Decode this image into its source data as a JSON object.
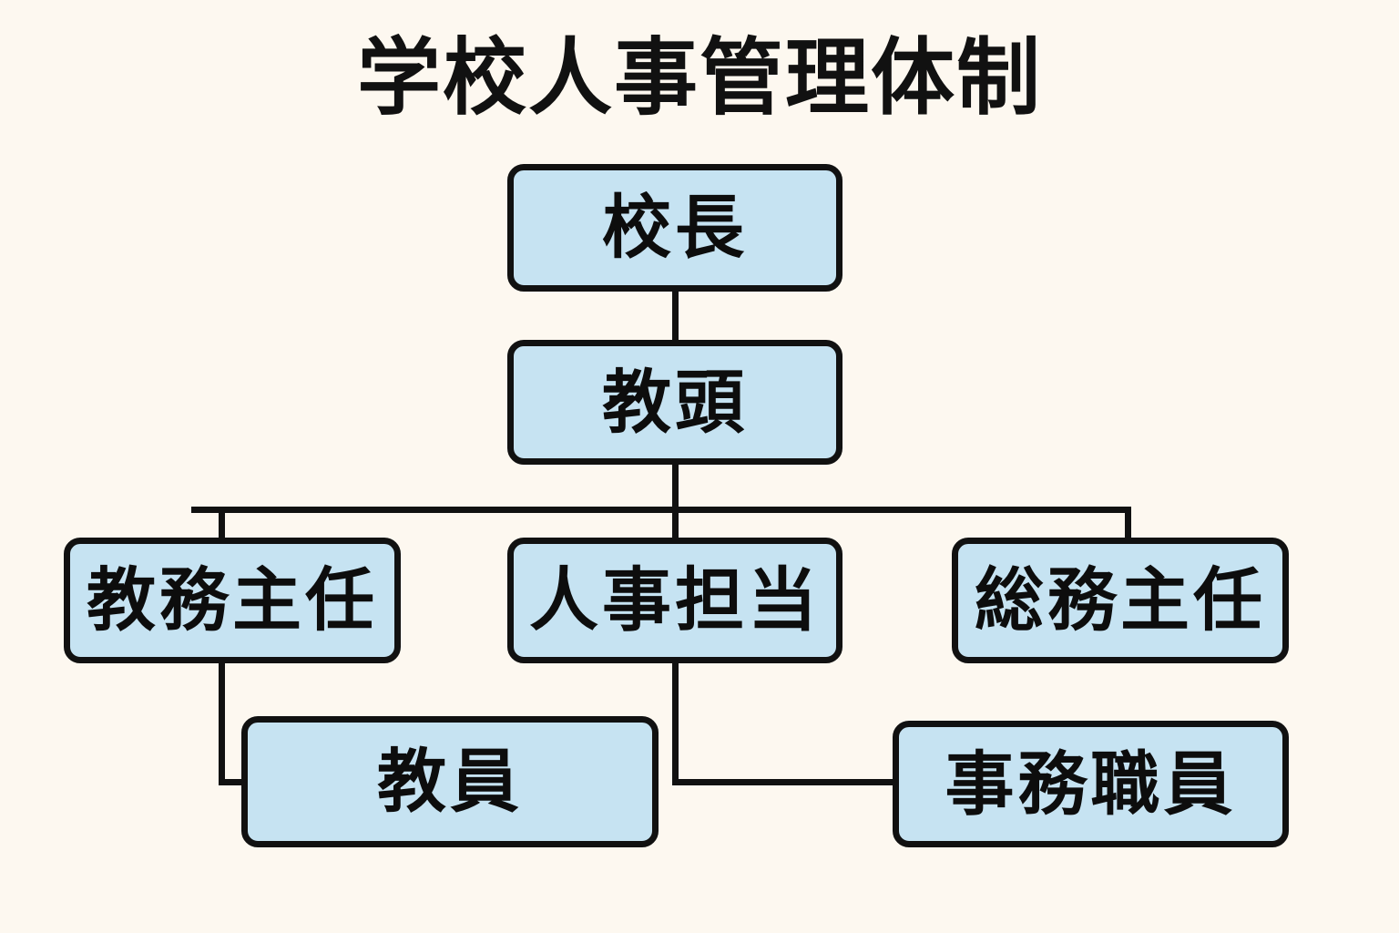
{
  "diagram": {
    "title": "学校人事管理体制",
    "background_color": "#FDF8F0",
    "node_fill_color": "#C6E3F2",
    "node_border_color": "#111111",
    "edge_color": "#111111",
    "nodes": [
      {
        "id": "principal",
        "label": "校長",
        "level": 1
      },
      {
        "id": "vice_principal",
        "label": "教頭",
        "level": 2
      },
      {
        "id": "academic_chief",
        "label": "教務主任",
        "level": 3
      },
      {
        "id": "hr_officer",
        "label": "人事担当",
        "level": 3
      },
      {
        "id": "general_chief",
        "label": "総務主任",
        "level": 3
      },
      {
        "id": "teachers",
        "label": "教員",
        "level": 4
      },
      {
        "id": "admin_staff",
        "label": "事務職員",
        "level": 4
      }
    ],
    "edges": [
      {
        "from": "principal",
        "to": "vice_principal"
      },
      {
        "from": "vice_principal",
        "to": "academic_chief"
      },
      {
        "from": "vice_principal",
        "to": "hr_officer"
      },
      {
        "from": "vice_principal",
        "to": "general_chief"
      },
      {
        "from": "academic_chief",
        "to": "teachers"
      },
      {
        "from": "hr_officer",
        "to": "admin_staff"
      }
    ]
  }
}
